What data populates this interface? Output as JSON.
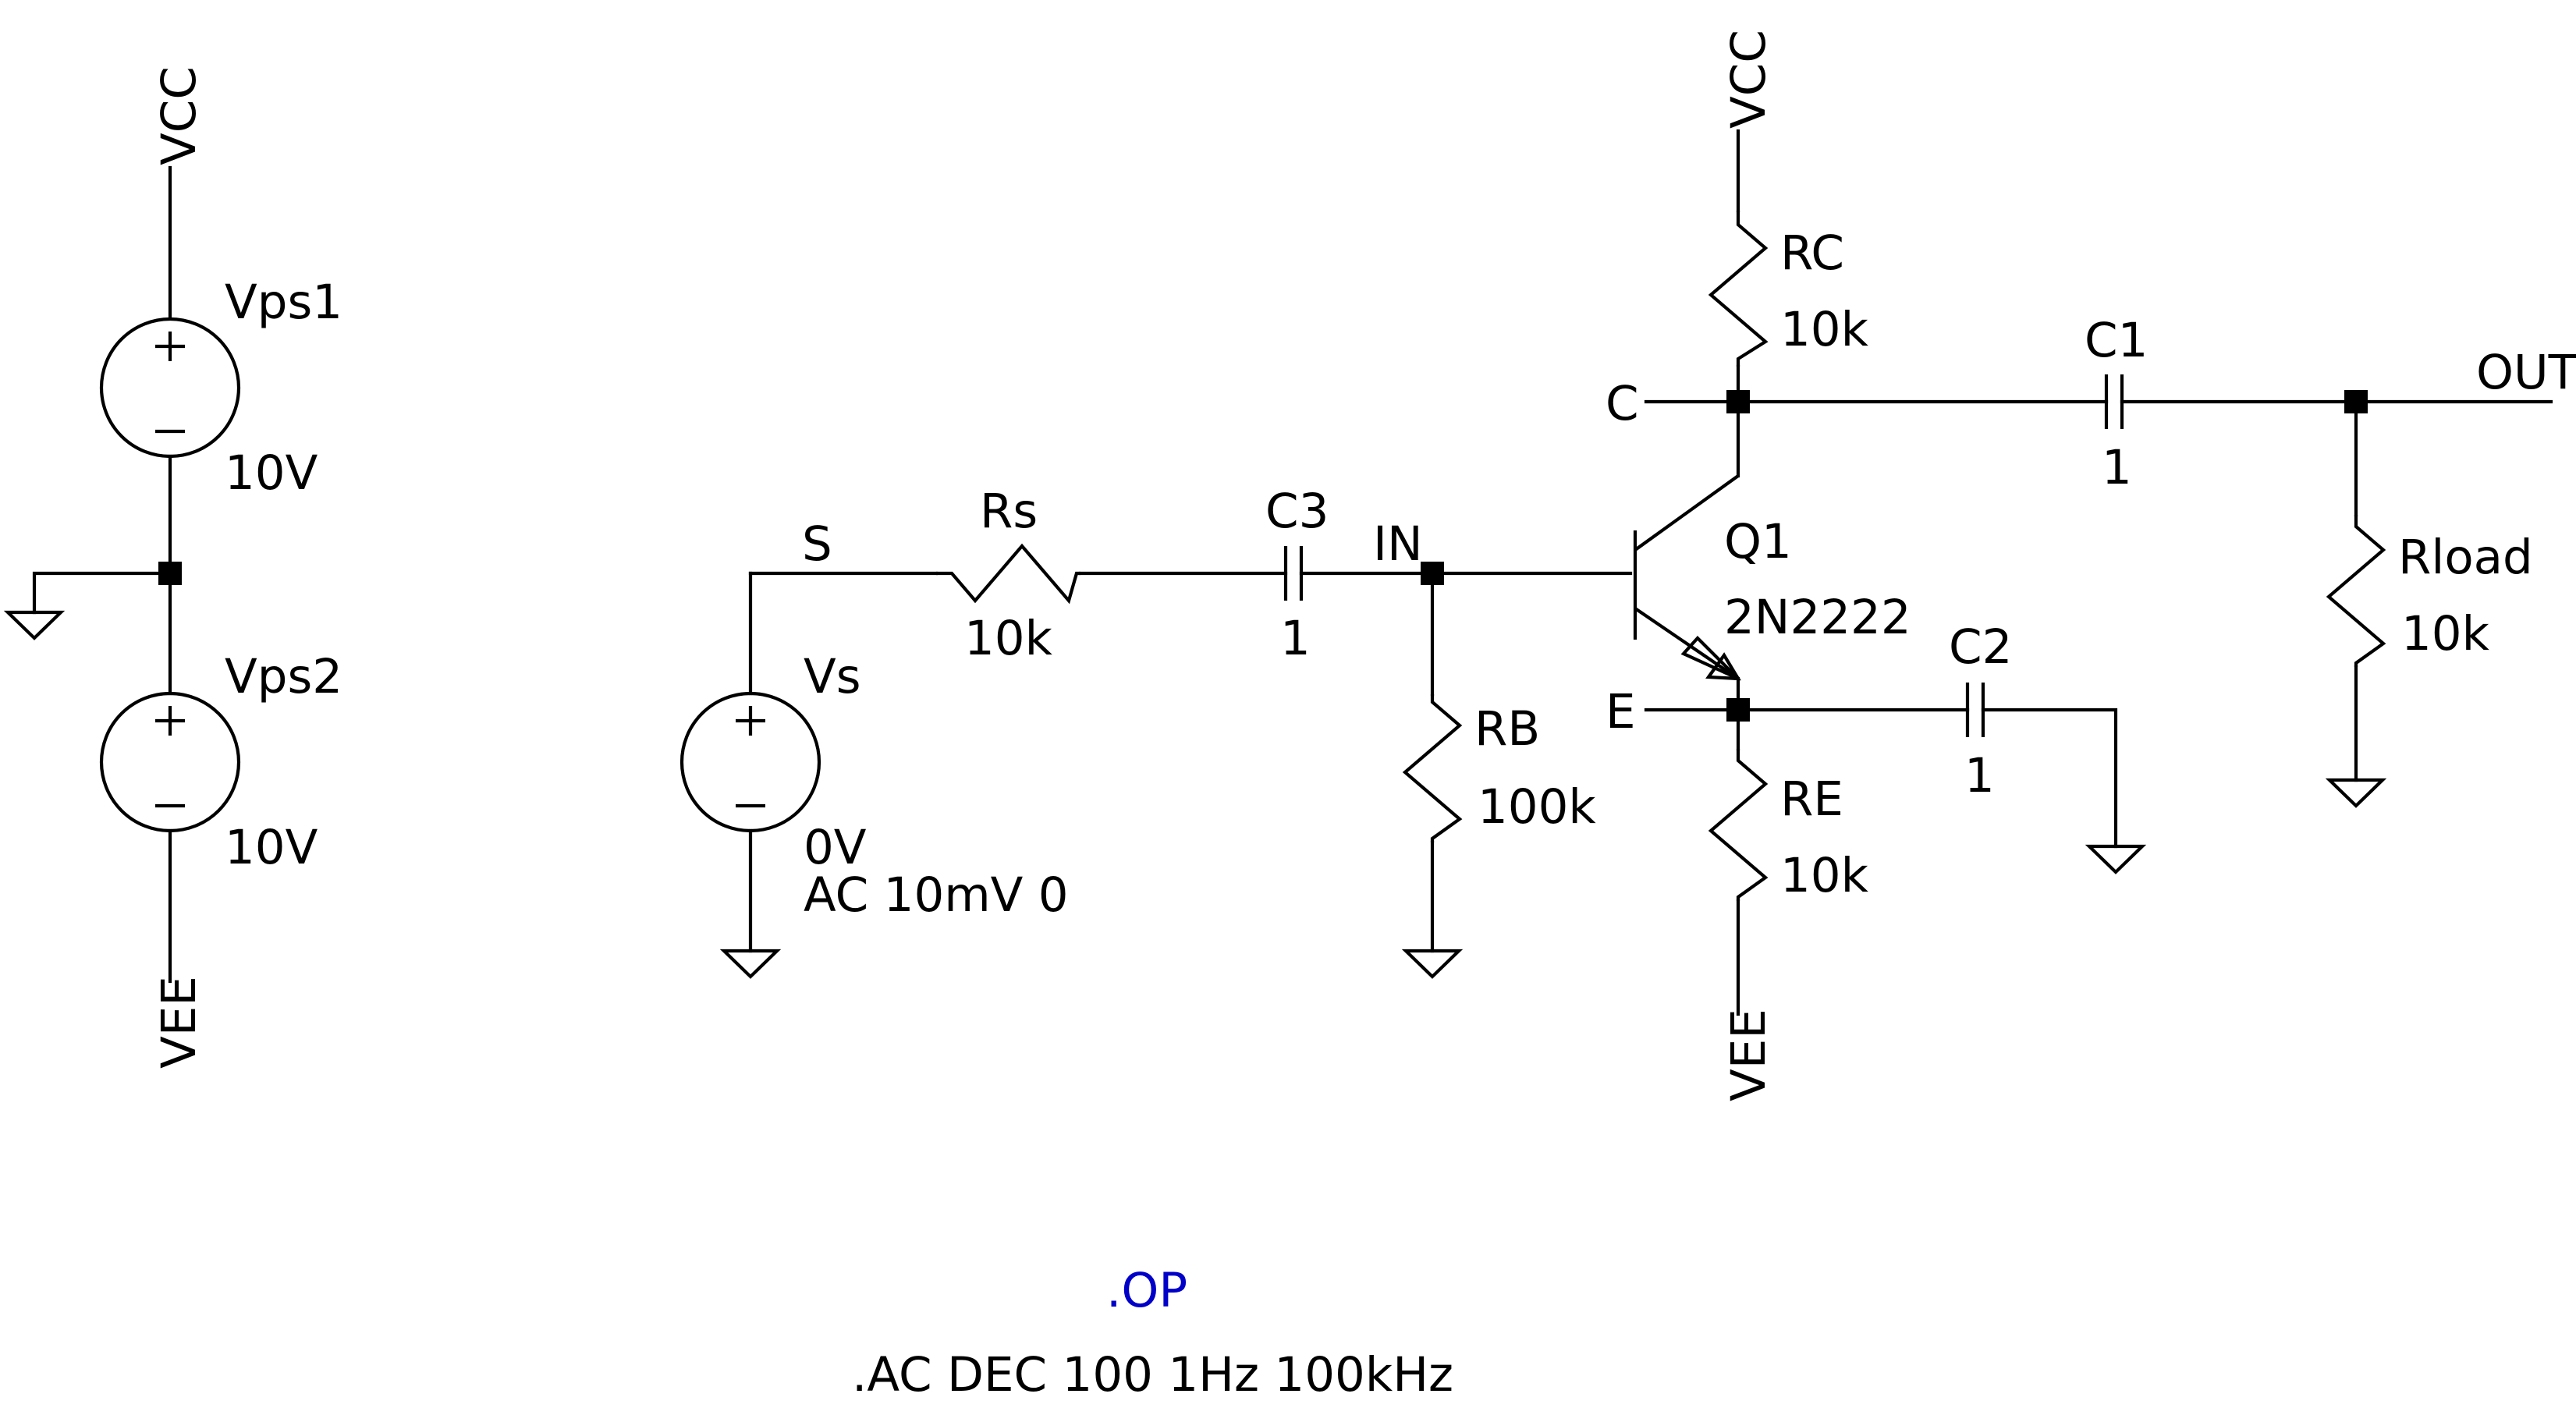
{
  "power": {
    "vcc_left": "VCC",
    "vee_left": "VEE",
    "vcc_top": "VCC",
    "vee_bottom": "VEE"
  },
  "sources": {
    "vps1": {
      "name": "Vps1",
      "value": "10V",
      "plus": "+",
      "minus": "–"
    },
    "vps2": {
      "name": "Vps2",
      "value": "10V",
      "plus": "+",
      "minus": "–"
    },
    "vs": {
      "name": "Vs",
      "value": "0V",
      "ac": "AC 10mV 0",
      "plus": "+",
      "minus": "–"
    }
  },
  "nets": {
    "s": "S",
    "in": "IN",
    "c": "C",
    "e": "E",
    "out": "OUT"
  },
  "components": {
    "rs": {
      "name": "Rs",
      "value": "10k"
    },
    "c3": {
      "name": "C3",
      "value": "1"
    },
    "rb": {
      "name": "RB",
      "value": "100k"
    },
    "rc": {
      "name": "RC",
      "value": "10k"
    },
    "re": {
      "name": "RE",
      "value": "10k"
    },
    "c1": {
      "name": "C1",
      "value": "1"
    },
    "c2": {
      "name": "C2",
      "value": "1"
    },
    "rload": {
      "name": "Rload",
      "value": "10k"
    },
    "q1": {
      "name": "Q1",
      "model": "2N2222"
    }
  },
  "directives": {
    "op": ".OP",
    "ac": ".AC DEC 100 1Hz 100kHz"
  },
  "colors": {
    "wire": "#000000",
    "spice_directive": "#0000c8"
  }
}
